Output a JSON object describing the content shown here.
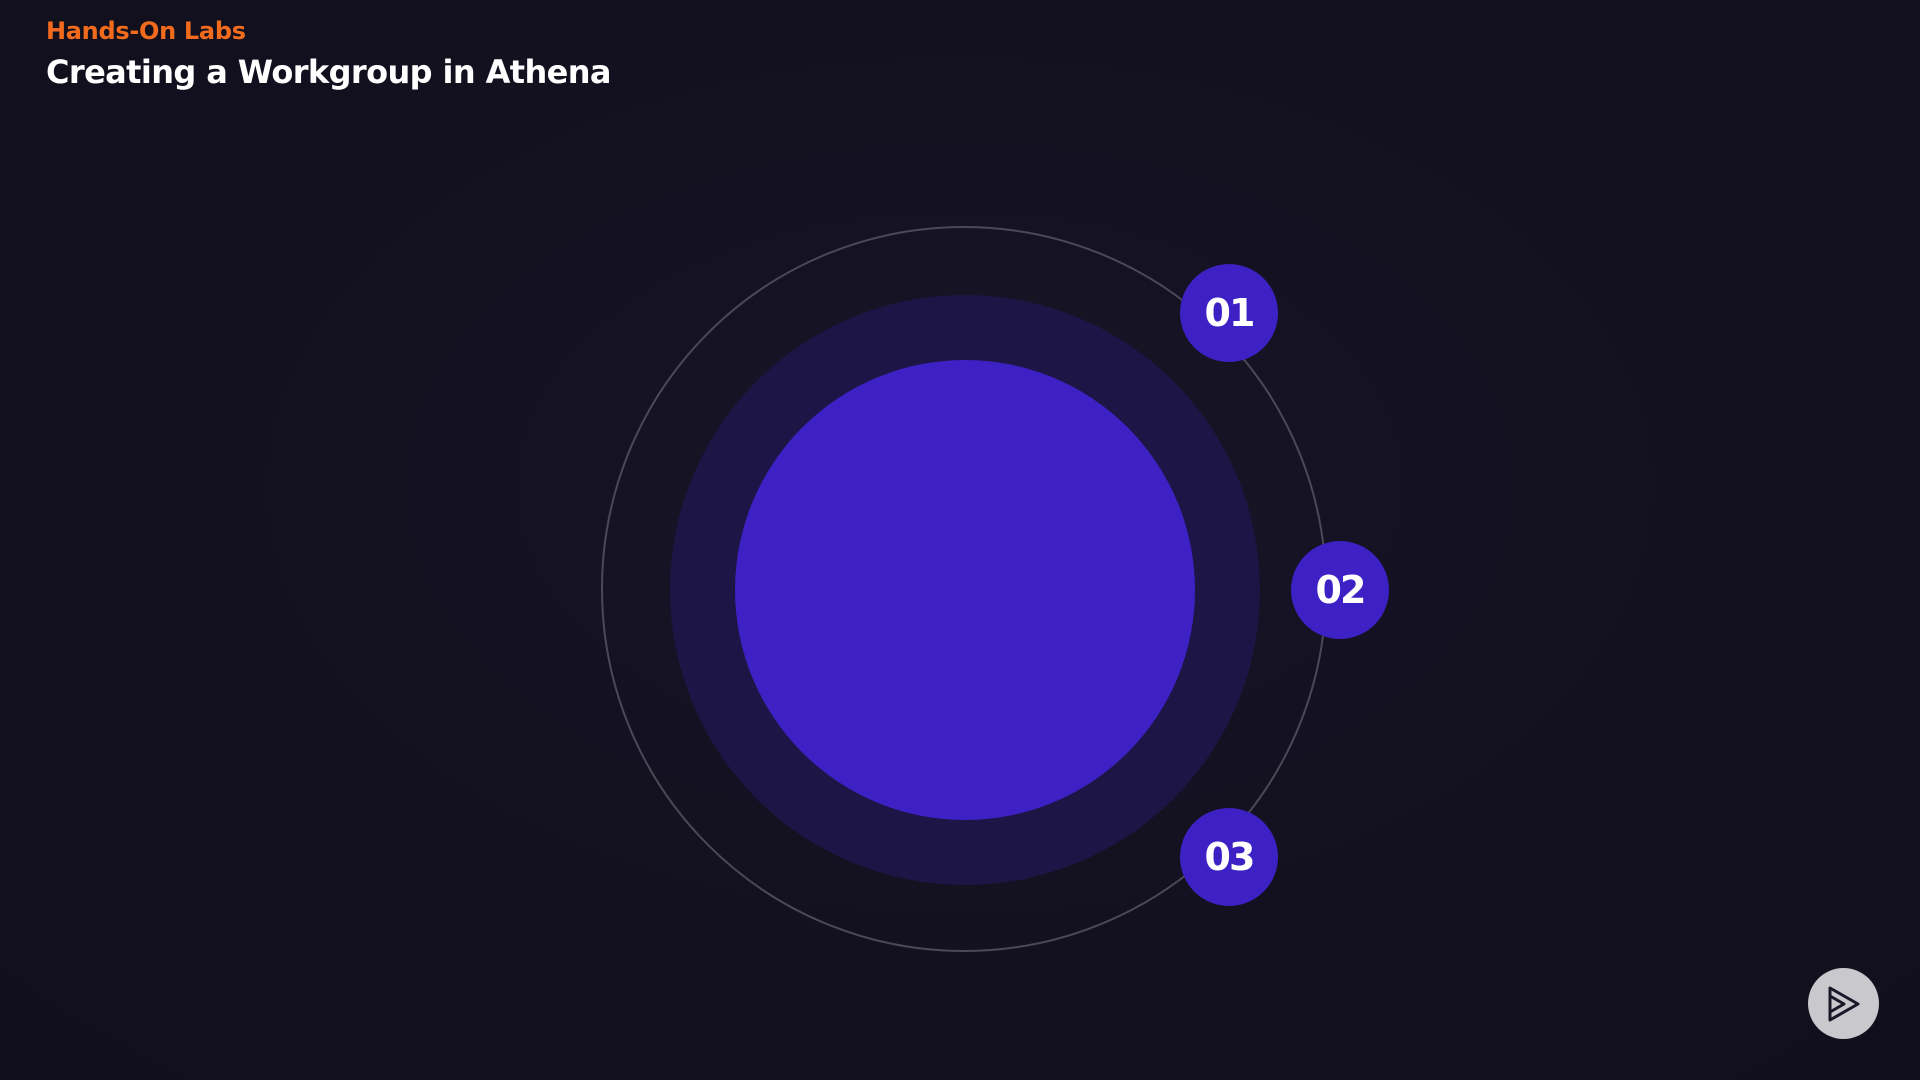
{
  "header": {
    "eyebrow": "Hands-On Labs",
    "title": "Creating a Workgroup in Athena"
  },
  "steps": [
    {
      "label": "01"
    },
    {
      "label": "02"
    },
    {
      "label": "03"
    }
  ],
  "controls": {
    "play_icon": "play-icon"
  },
  "colors": {
    "background": "#13111f",
    "accent_orange": "#f26b1d",
    "primary_purple": "#3d21c4",
    "halo_purple": "#1d1545",
    "orbit_line": "#4b4858",
    "play_button_bg": "#c9c8cd"
  }
}
